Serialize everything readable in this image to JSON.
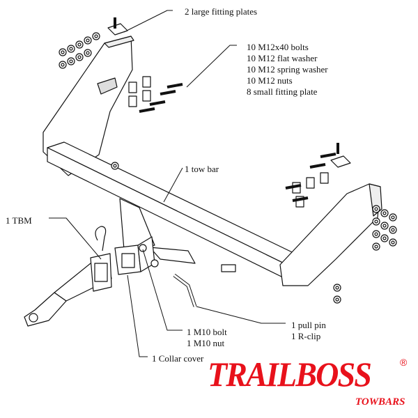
{
  "labels": {
    "large_plates": "2 large fitting plates",
    "fasteners": [
      "10 M12x40 bolts",
      "10 M12 flat washer",
      "10 M12 spring washer",
      "10 M12 nuts",
      "8 small fitting plate"
    ],
    "tow_bar": "1 tow bar",
    "tbm": "1 TBM",
    "m10": [
      "1 M10 bolt",
      "1 M10 nut"
    ],
    "pin": [
      "1 pull pin",
      "1 R-clip"
    ],
    "collar": "1 Collar cover"
  },
  "logo": {
    "name": "TRAILBOSS",
    "sub": "TOWBARS",
    "reg": "®",
    "color": "#e8111b"
  }
}
